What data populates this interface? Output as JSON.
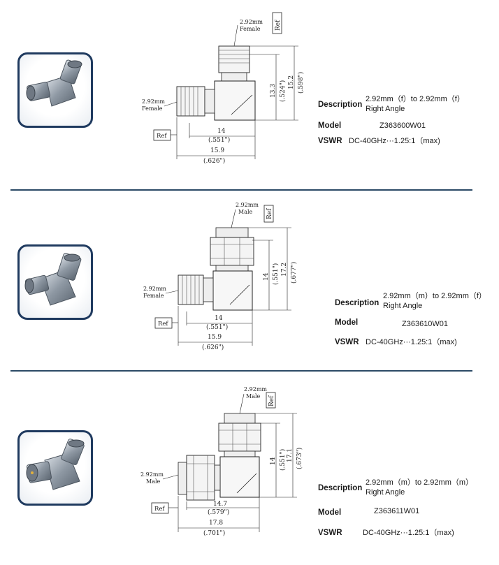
{
  "products": [
    {
      "drawing": {
        "top_connector": [
          "2.92mm",
          "Female"
        ],
        "side_connector": [
          "2.92mm",
          "Female"
        ],
        "ref": "Ref",
        "dim_h1": [
          "14",
          "(.551\")"
        ],
        "dim_h2": [
          "15.9",
          "(.626\")"
        ],
        "dim_v1": [
          "13.3",
          "(.524\")"
        ],
        "dim_v2": [
          "15.2",
          "(.598\")"
        ]
      },
      "specs": {
        "description_label": "Description",
        "description_line1": "2.92mm（f）to 2.92mm（f）",
        "description_line2": "Right Angle",
        "model_label": "Model",
        "model_value": "Z363600W01",
        "vswr_label": "VSWR",
        "vswr_value": "DC-40GHz···1.25:1（max)"
      }
    },
    {
      "drawing": {
        "top_connector": [
          "2.92mm",
          "Male"
        ],
        "side_connector": [
          "2.92mm",
          "Female"
        ],
        "ref": "Ref",
        "dim_h1": [
          "14",
          "(.551\")"
        ],
        "dim_h2": [
          "15.9",
          "(.626\")"
        ],
        "dim_v1": [
          "14",
          "(.551\")"
        ],
        "dim_v2": [
          "17.2",
          "(.677\")"
        ]
      },
      "specs": {
        "description_label": "Description",
        "description_line1": "2.92mm（m）to 2.92mm（f）",
        "description_line2": "Right Angle",
        "model_label": "Model",
        "model_value": "Z363610W01",
        "vswr_label": "VSWR",
        "vswr_value": "DC-40GHz···1.25:1（max)"
      }
    },
    {
      "drawing": {
        "top_connector": [
          "2.92mm",
          "Male"
        ],
        "side_connector": [
          "2.92mm",
          "Male"
        ],
        "ref": "Ref",
        "dim_h1": [
          "14.7",
          "(.579\")"
        ],
        "dim_h2": [
          "17.8",
          "(.701\")"
        ],
        "dim_v1": [
          "14",
          "(.551\")"
        ],
        "dim_v2": [
          "17.1",
          "(.673\")"
        ]
      },
      "specs": {
        "description_label": "Description",
        "description_line1": "2.92mm（m）to 2.92mm（m）",
        "description_line2": "Right Angle",
        "model_label": "Model",
        "model_value": "Z363611W01",
        "vswr_label": "VSWR",
        "vswr_value": "DC-40GHz···1.25:1（max)"
      }
    }
  ],
  "colors": {
    "frame": "#1f3a5f",
    "divider": "#2b4a66",
    "metal": "#9aa3ad"
  }
}
